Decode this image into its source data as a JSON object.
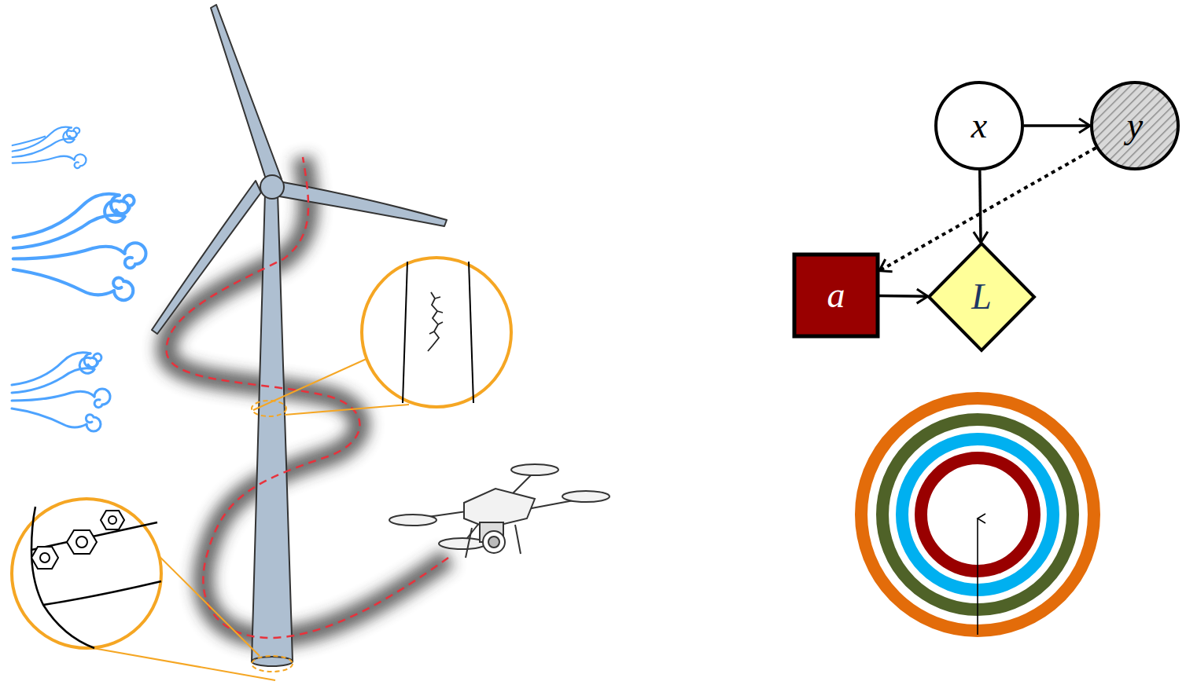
{
  "diagram": {
    "nodes": [
      {
        "text": [
          "x"
        ]
      },
      {
        "text": [
          "y"
        ]
      },
      {
        "text": [
          "a"
        ]
      },
      {
        "text": [
          "L"
        ]
      }
    ],
    "edges": [
      {
        "from": 0,
        "to": 1,
        "arrow": "to"
      },
      {
        "from": 0,
        "to": 3,
        "arrow": "to"
      },
      {
        "from": 1,
        "to": 2,
        "arrow": "to"
      },
      {
        "from": 2,
        "to": 3,
        "arrow": "to"
      }
    ]
  }
}
